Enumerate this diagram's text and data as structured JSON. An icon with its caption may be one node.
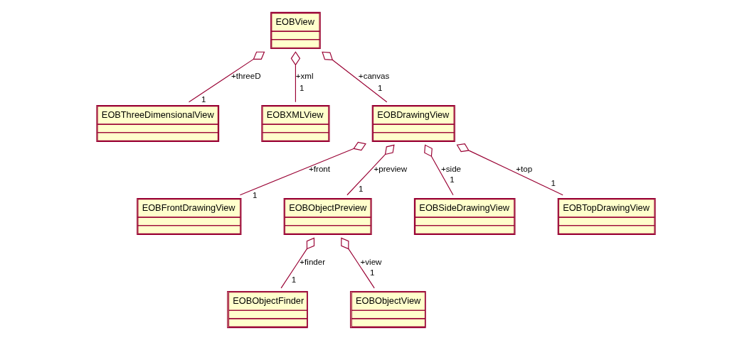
{
  "diagram": {
    "nodes": [
      {
        "text": [
          "EOBView"
        ]
      },
      {
        "text": [
          "EOBThreeDimensionalView"
        ]
      },
      {
        "text": [
          "EOBXMLView"
        ]
      },
      {
        "text": [
          "EOBDrawingView"
        ]
      },
      {
        "text": [
          "EOBFrontDrawingView"
        ]
      },
      {
        "text": [
          "EOBObjectPreview"
        ]
      },
      {
        "text": [
          "EOBSideDrawingView"
        ]
      },
      {
        "text": [
          "EOBTopDrawingView"
        ]
      },
      {
        "text": [
          "EOBObjectFinder"
        ]
      },
      {
        "text": [
          "EOBObjectView"
        ]
      }
    ],
    "edges": [
      {
        "from": 0,
        "to": 1,
        "arrow": "other",
        "label": "+threeD"
      },
      {
        "from": 0,
        "to": 2,
        "arrow": "other",
        "label": "+xml"
      },
      {
        "from": 0,
        "to": 3,
        "arrow": "other",
        "label": "+canvas"
      },
      {
        "from": 3,
        "to": 4,
        "arrow": "other",
        "label": "+front"
      },
      {
        "from": 3,
        "to": 5,
        "arrow": "other",
        "label": "+preview"
      },
      {
        "from": 3,
        "to": 6,
        "arrow": "other",
        "label": "+side"
      },
      {
        "from": 3,
        "to": 7,
        "arrow": "other",
        "label": "+top"
      },
      {
        "from": 5,
        "to": 8,
        "arrow": "other",
        "label": "+finder"
      },
      {
        "from": 5,
        "to": 9,
        "arrow": "other",
        "label": "+view"
      }
    ],
    "labels": [
      "1",
      "1",
      "1",
      "1",
      "1",
      "1",
      "1",
      "1",
      "1"
    ]
  }
}
